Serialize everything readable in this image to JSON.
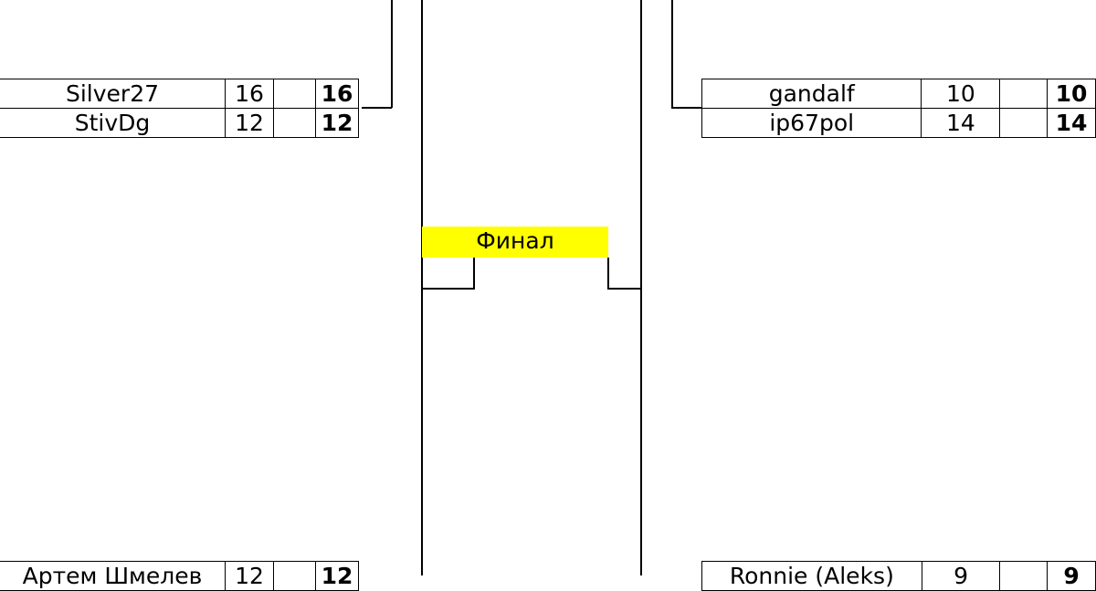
{
  "final": {
    "label": "Финал"
  },
  "left": {
    "top_match": [
      {
        "name": "Silver27",
        "score": "16",
        "extra": "",
        "total": "16"
      },
      {
        "name": "StivDg",
        "score": "12",
        "extra": "",
        "total": "12"
      }
    ],
    "bottom_match": [
      {
        "name": "Артем Шмелев",
        "score": "12",
        "extra": "",
        "total": "12"
      }
    ]
  },
  "right": {
    "top_match": [
      {
        "name": "gandalf",
        "score": "10",
        "extra": "",
        "total": "10"
      },
      {
        "name": "ip67pol",
        "score": "14",
        "extra": "",
        "total": "14"
      }
    ],
    "bottom_match": [
      {
        "name": "Ronnie (Aleks)",
        "score": "9",
        "extra": "",
        "total": "9"
      }
    ]
  }
}
